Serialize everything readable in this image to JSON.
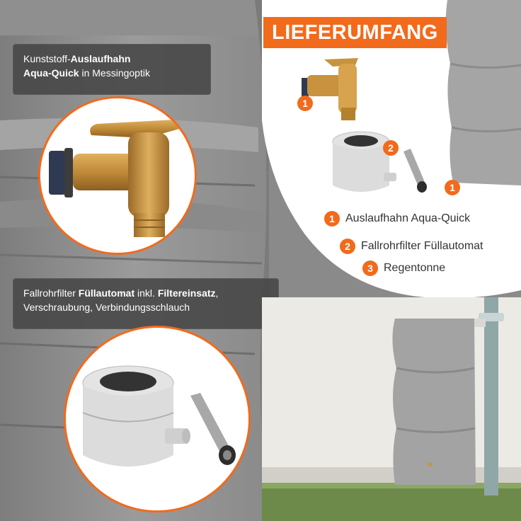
{
  "captions": {
    "tap": {
      "prefix": "Kunststoff-",
      "bold_1": "Auslaufhahn",
      "bold_2": "Aqua-Quick",
      "suffix": " in Messingoptik"
    },
    "filter": {
      "prefix": "Fallrohrfilter ",
      "bold_1": "Füllautomat",
      "middle": " inkl. ",
      "bold_2": "Filtereinsatz",
      "suffix": ",",
      "line2": "Verschraubung, Verbindungsschlauch"
    }
  },
  "scope_title": "LIEFERUMFANG",
  "markers": {
    "tap": "1",
    "filter": "2",
    "tank": "1"
  },
  "legend": [
    {
      "num": "1",
      "label": "Auslaufhahn Aqua-Quick"
    },
    {
      "num": "2",
      "label": "Fallrohrfilter Füllautomat"
    },
    {
      "num": "3",
      "label": "Regentonne"
    }
  ],
  "colors": {
    "accent": "#f26a1b",
    "brass": "#c8923e",
    "tank_grey": "#9a9a9a",
    "caption_bg": "#464646"
  }
}
